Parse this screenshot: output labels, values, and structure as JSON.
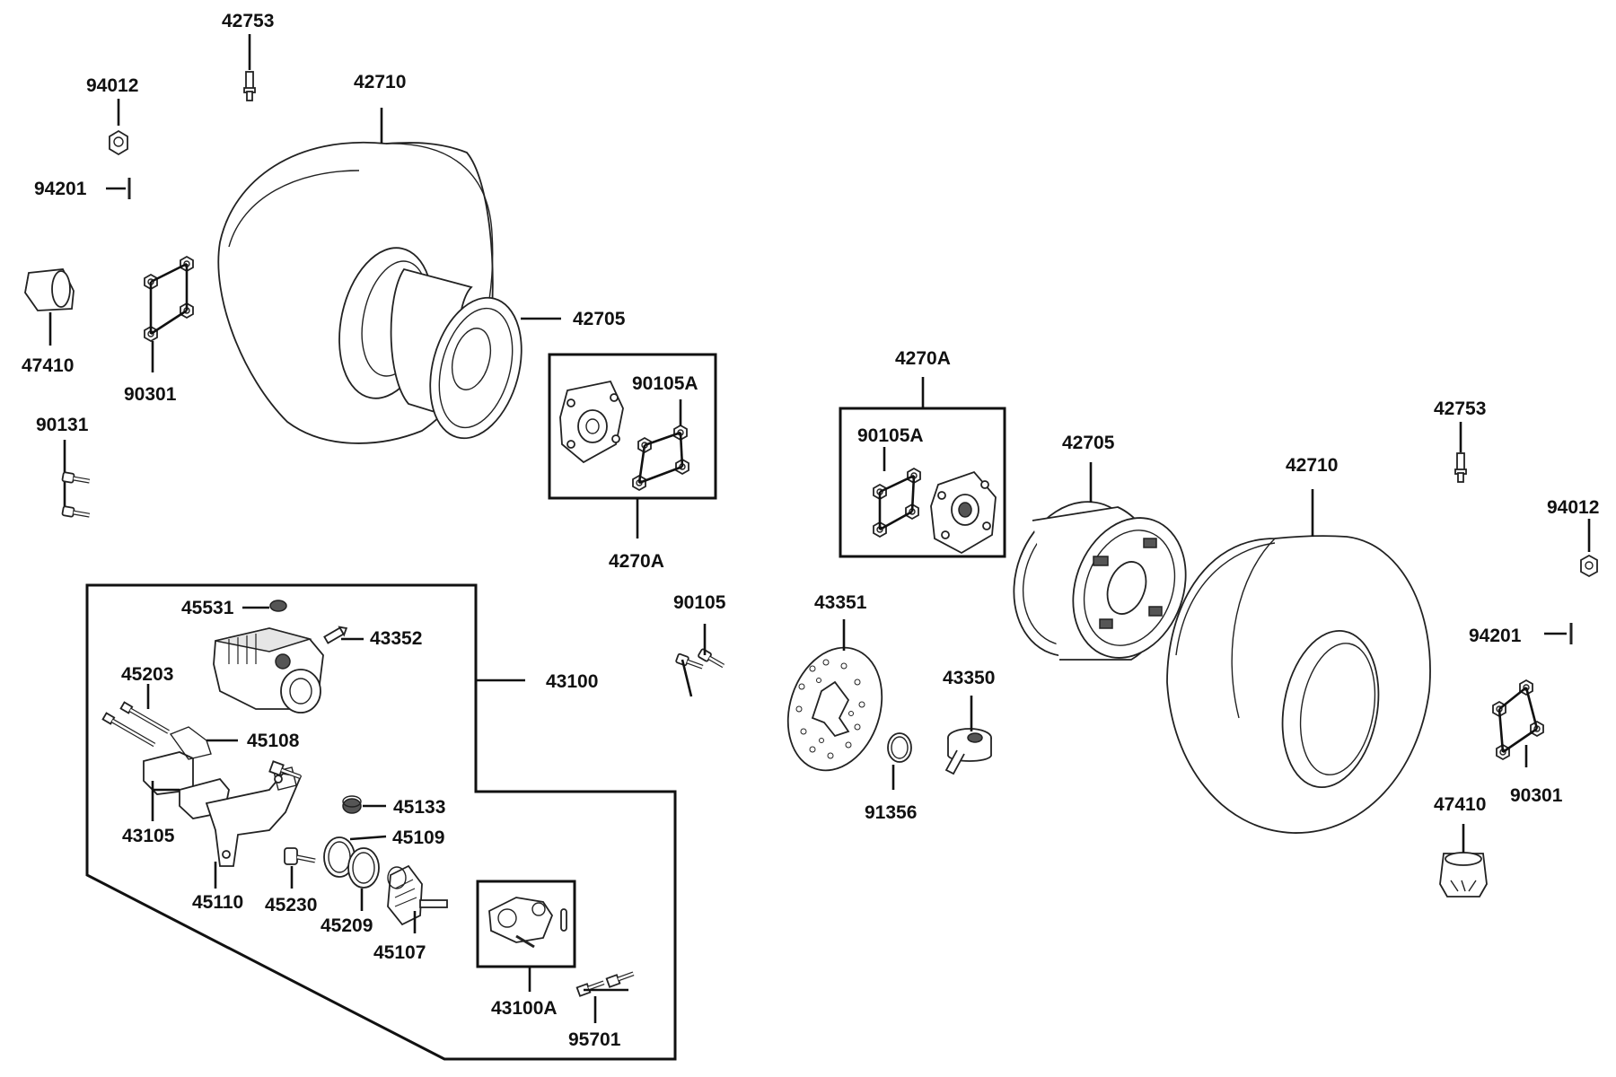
{
  "diagram": {
    "labels": {
      "l_42753_a": "42753",
      "l_94012_a": "94012",
      "l_42710_a": "42710",
      "l_94201_a": "94201",
      "l_42705_a": "42705",
      "l_47410_a": "47410",
      "l_90301_a": "90301",
      "l_90131": "90131",
      "l_90105A_a": "90105A",
      "l_4270A_a": "4270A",
      "l_4270A_b": "4270A",
      "l_90105A_b": "90105A",
      "l_42705_b": "42705",
      "l_42753_b": "42753",
      "l_42710_b": "42710",
      "l_94012_b": "94012",
      "l_94201_b": "94201",
      "l_90301_b": "90301",
      "l_47410_b": "47410",
      "l_90105": "90105",
      "l_43351": "43351",
      "l_43350": "43350",
      "l_91356": "91356",
      "l_45531": "45531",
      "l_43352": "43352",
      "l_43100": "43100",
      "l_45203": "45203",
      "l_45108": "45108",
      "l_43105": "43105",
      "l_45133": "45133",
      "l_45109": "45109",
      "l_45110": "45110",
      "l_45230": "45230",
      "l_45209": "45209",
      "l_45107": "45107",
      "l_43100A": "43100A",
      "l_95701": "95701"
    }
  }
}
